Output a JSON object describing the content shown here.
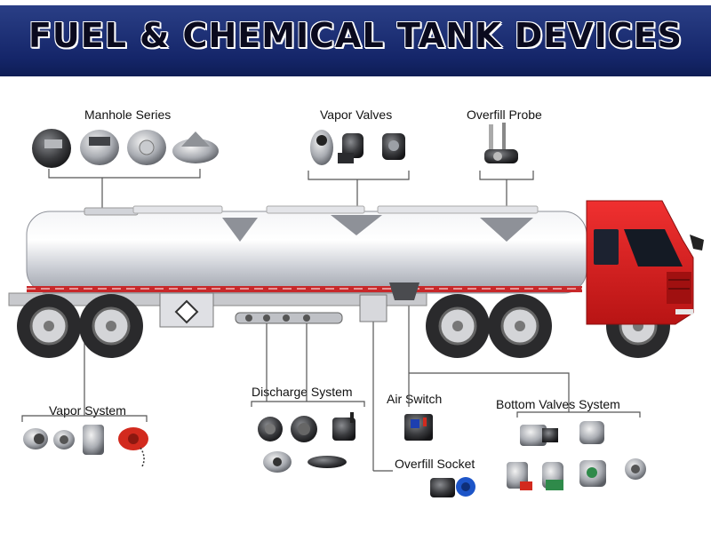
{
  "title": "FUEL & CHEMICAL TANK DEVICES",
  "labels": {
    "manhole": "Manhole Series",
    "vapor_valves": "Vapor Valves",
    "overfill_probe": "Overfill Probe",
    "vapor_system": "Vapor System",
    "discharge_system": "Discharge System",
    "air_switch": "Air Switch",
    "overfill_socket": "Overfill Socket",
    "bottom_valves": "Bottom Valves System"
  },
  "colors": {
    "banner": "#1a2c72",
    "cab": "#d81e1e",
    "tank": "#d9dce2",
    "red_stripe": "#c8282a",
    "accessory_red": "#d22a1e"
  }
}
